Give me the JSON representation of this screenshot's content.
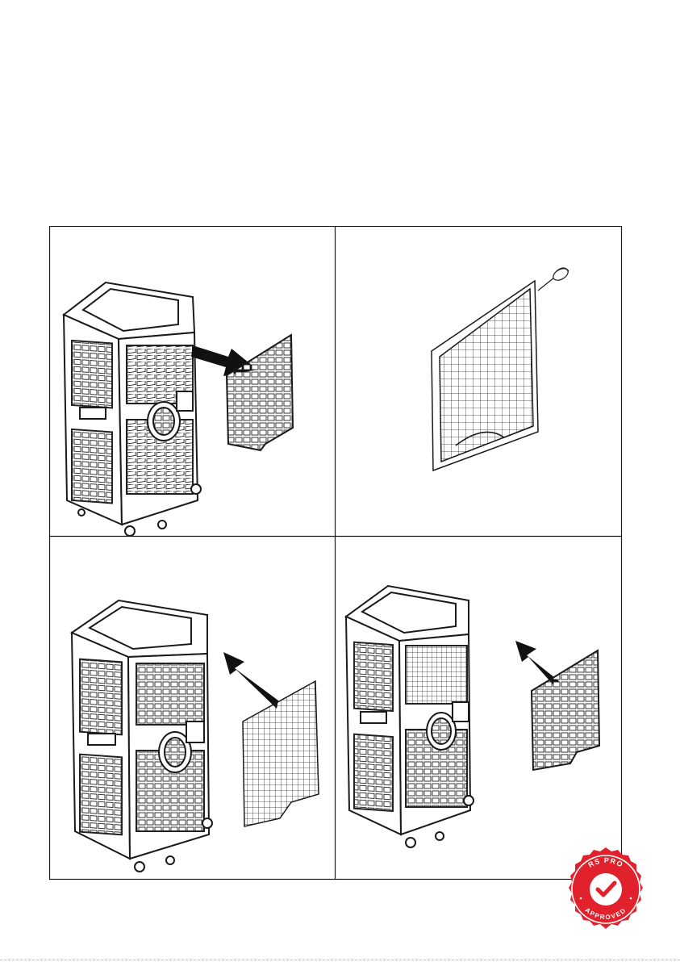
{
  "document": {
    "panels": [
      {
        "id": "p1",
        "step": "remove-filter-frame"
      },
      {
        "id": "p2",
        "step": "clean-mesh-filter"
      },
      {
        "id": "p3",
        "step": "reinstall-mesh-filter"
      },
      {
        "id": "p4",
        "step": "reinstall-filter-frame"
      }
    ]
  },
  "badge": {
    "top_text": "RS PRO",
    "bottom_text": "APPROVED",
    "color": "#e1212b"
  },
  "colors": {
    "line": "#1a1a1a",
    "paper": "#ffffff"
  }
}
